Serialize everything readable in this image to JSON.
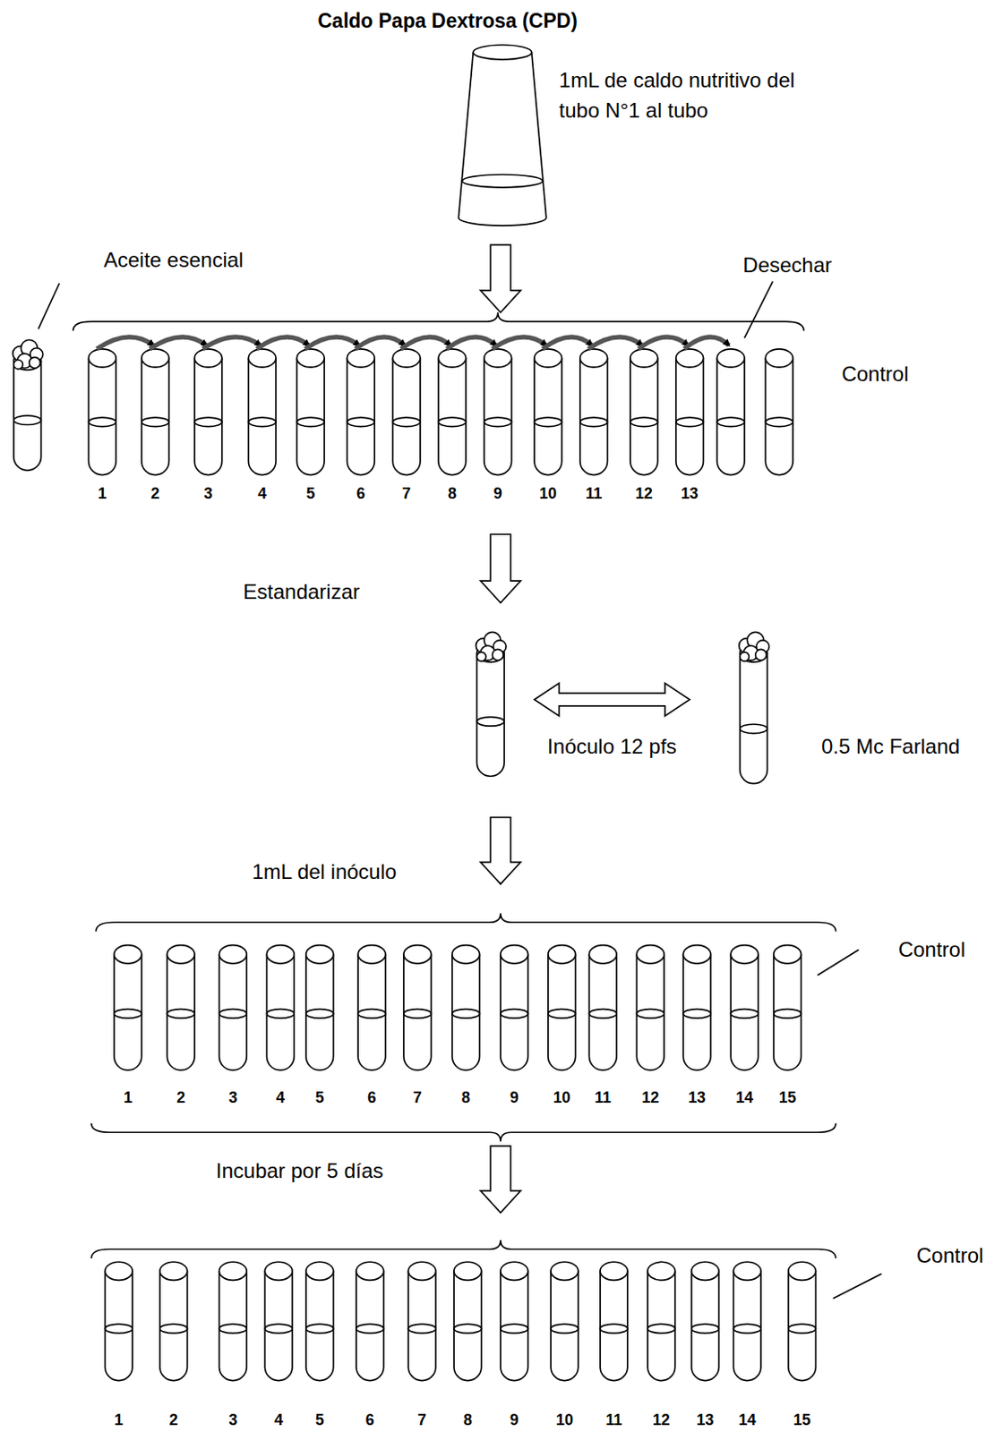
{
  "diagram": {
    "title": "Caldo Papa Dextrosa (CPD)",
    "labels": [
      "1mL de caldo nutritivo del tubo N°1 al tubo",
      "Aceite esencial",
      "Desechar",
      "Control",
      "1",
      "2",
      "3",
      "4",
      "5",
      "6",
      "7",
      "8",
      "9",
      "10",
      "11",
      "12",
      "13",
      "Estandarizar",
      "Inóculo 12 pfs",
      "0.5 Mc Farland",
      "1mL del inóculo",
      "Control",
      "1",
      "2",
      "3",
      "4",
      "5",
      "6",
      "7",
      "8",
      "9",
      "10",
      "11",
      "12",
      "13",
      "14",
      "15",
      "Incubar por 5 días",
      "Control",
      "1",
      "2",
      "3",
      "4",
      "5",
      "6",
      "7",
      "8",
      "9",
      "10",
      "11",
      "12",
      "13",
      "14",
      "15"
    ]
  }
}
